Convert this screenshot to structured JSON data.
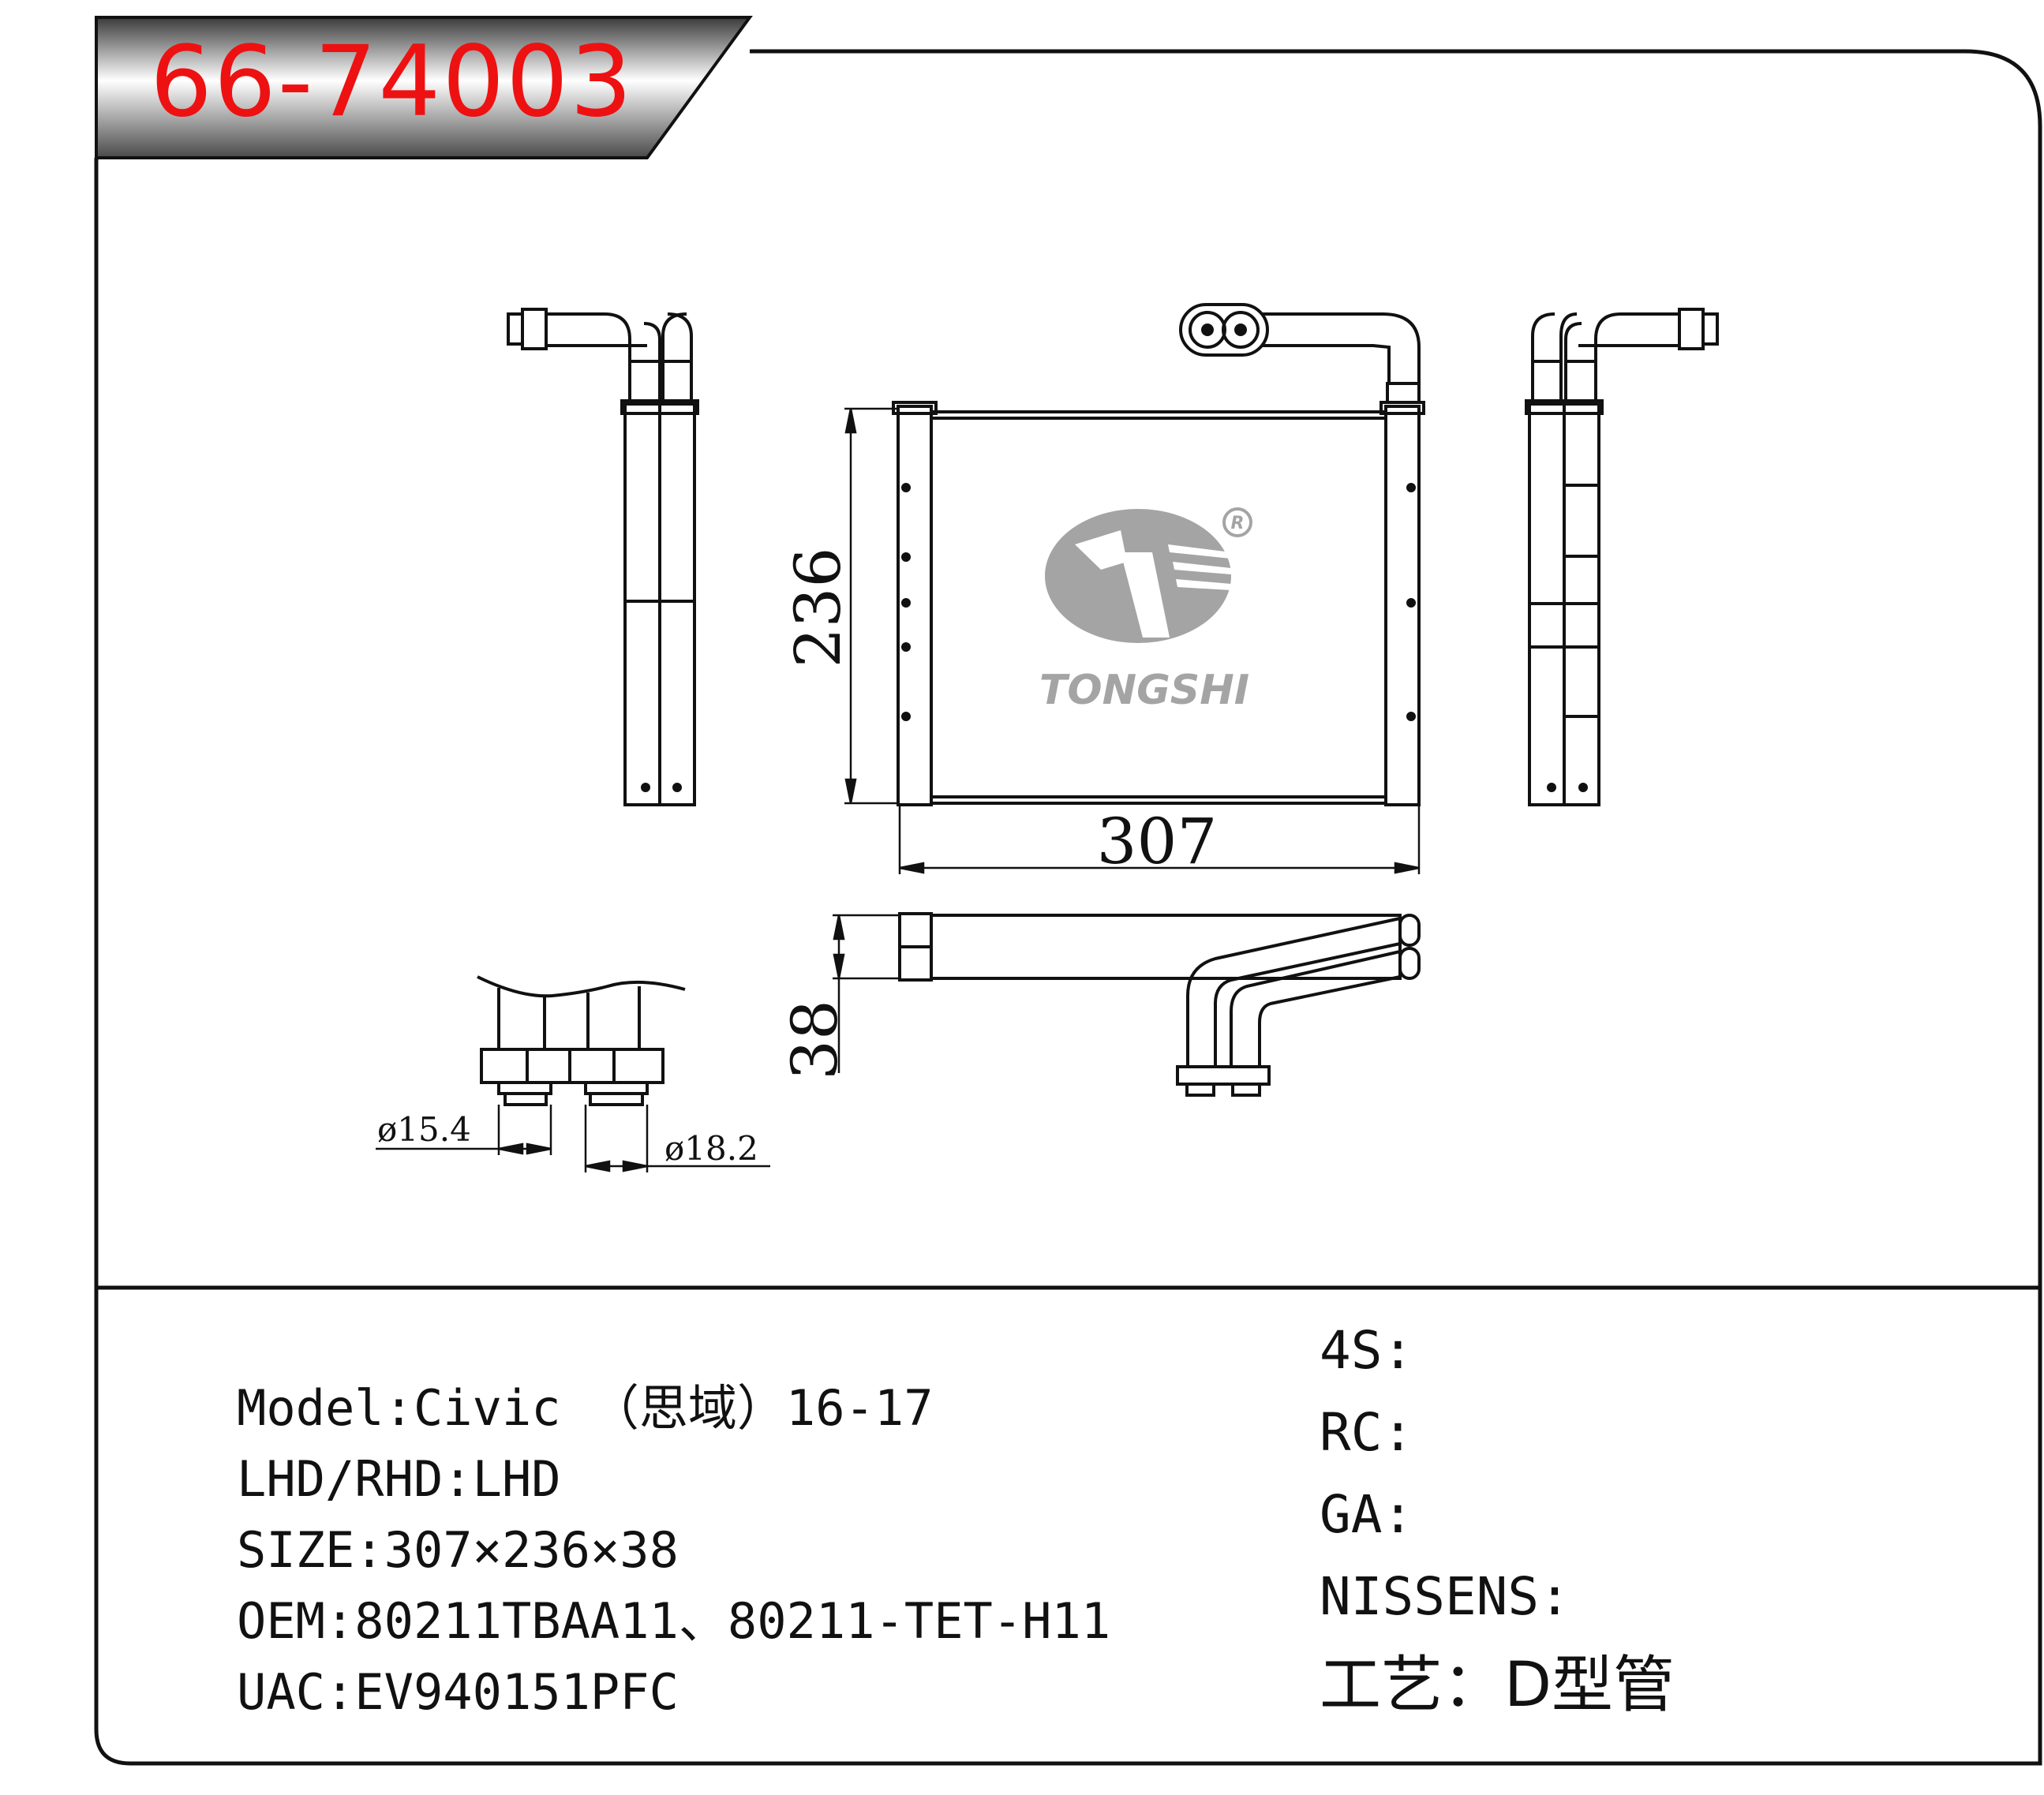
{
  "header": {
    "part_number": "66-74003"
  },
  "dimensions": {
    "height": "236",
    "width": "307",
    "depth": "38",
    "pipe_small": "ø15.4",
    "pipe_large": "ø18.2"
  },
  "logo": {
    "brand": "TONGSHI",
    "registered_mark": "R"
  },
  "specs": {
    "model": "Model:Civic （思域）16-17",
    "drive": "LHD/RHD:LHD",
    "size": "SIZE:307×236×38",
    "oem": "OEM:80211TBAA11、80211-TET-H11",
    "uac": "UAC:EV940151PFC"
  },
  "cross_reference": {
    "four_s": "4S:",
    "rc": "RC:",
    "ga": "GA:",
    "nissens": "NISSENS:",
    "process": "工艺：D型管"
  },
  "colors": {
    "part_number": "#ee1111",
    "logo_gray": "#a4a4a4",
    "line": "#111111"
  }
}
